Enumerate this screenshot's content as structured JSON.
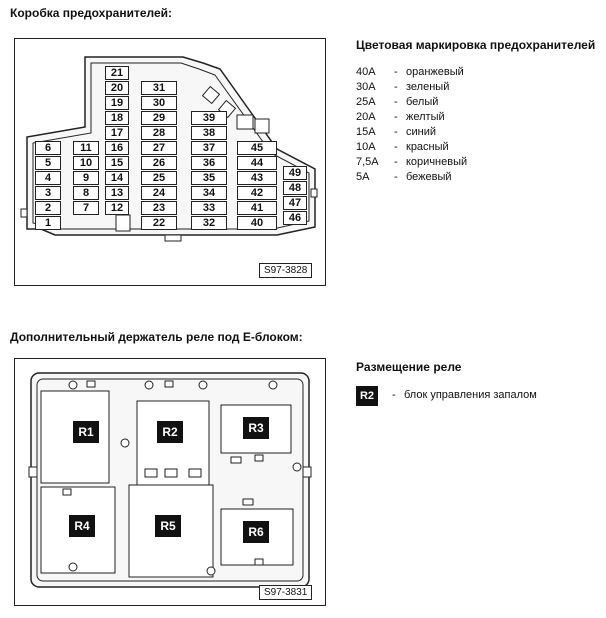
{
  "fusebox": {
    "title": "Коробка предохранителей:",
    "code": "S97-3828",
    "fuses": [
      "1",
      "2",
      "3",
      "4",
      "5",
      "6",
      "7",
      "8",
      "9",
      "10",
      "11",
      "12",
      "13",
      "14",
      "15",
      "16",
      "17",
      "18",
      "19",
      "20",
      "21",
      "22",
      "23",
      "24",
      "25",
      "26",
      "27",
      "28",
      "29",
      "30",
      "31",
      "32",
      "33",
      "34",
      "35",
      "36",
      "37",
      "38",
      "39",
      "40",
      "41",
      "42",
      "43",
      "44",
      "45",
      "46",
      "47",
      "48",
      "49"
    ]
  },
  "color_legend": {
    "title": "Цветовая маркировка предохранителей",
    "items": [
      {
        "amp": "40A",
        "dash": "-",
        "color": "оранжевый"
      },
      {
        "amp": "30A",
        "dash": "-",
        "color": "зеленый"
      },
      {
        "amp": "25A",
        "dash": "-",
        "color": "белый"
      },
      {
        "amp": "20A",
        "dash": "-",
        "color": "желтый"
      },
      {
        "amp": "15A",
        "dash": "-",
        "color": "синий"
      },
      {
        "amp": "10A",
        "dash": "-",
        "color": "красный"
      },
      {
        "amp": "7,5A",
        "dash": "-",
        "color": "коричневый"
      },
      {
        "amp": "5A",
        "dash": "-",
        "color": "бежевый"
      }
    ]
  },
  "relay_holder": {
    "title": "Дополнительный держатель реле под E-блоком:",
    "code": "S97-3831",
    "relays": [
      "R1",
      "R2",
      "R3",
      "R4",
      "R5",
      "R6"
    ]
  },
  "relay_legend": {
    "title": "Размещение реле",
    "badge": "R2",
    "dash": "-",
    "text": "блок управления запалом"
  }
}
